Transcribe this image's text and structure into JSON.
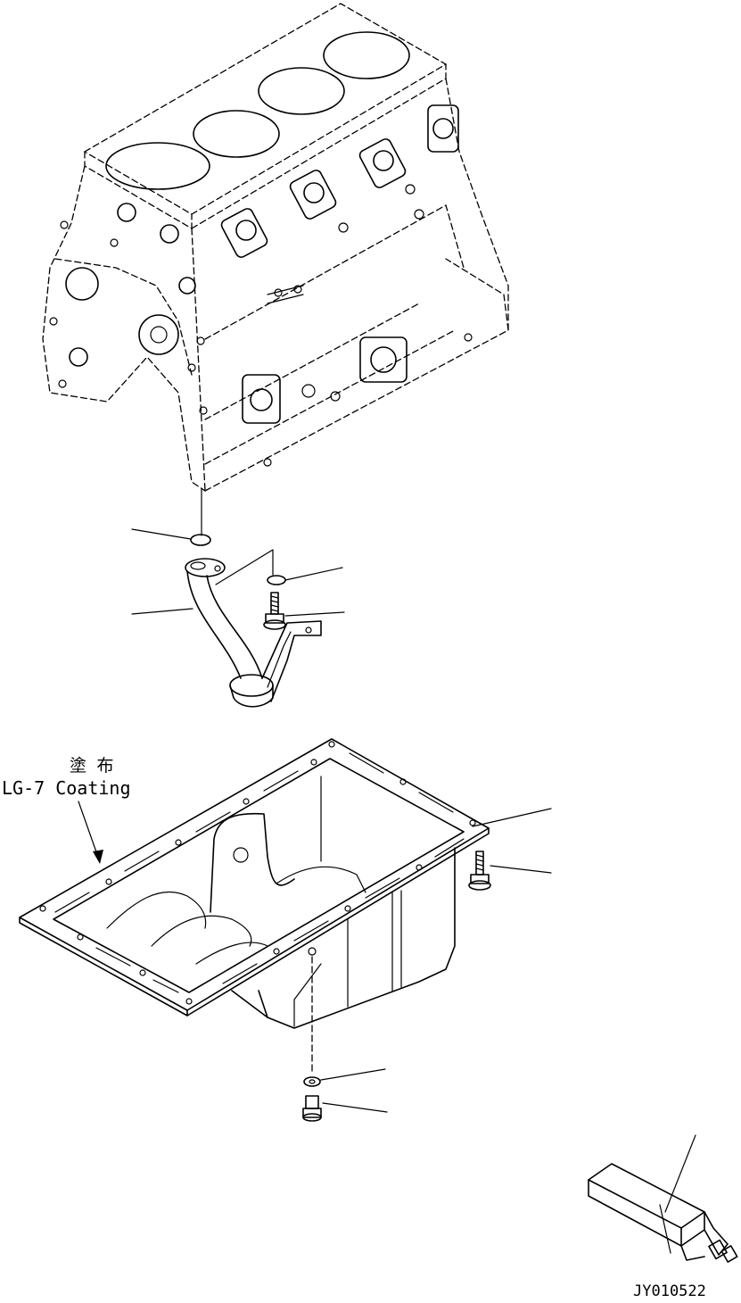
{
  "diagram": {
    "annotation": {
      "japanese": "塗 布",
      "english": "LG-7 Coating"
    },
    "figure_code": "JY010522",
    "parts": [
      {
        "name": "cylinder-block",
        "shown": "phantom"
      },
      {
        "name": "o-ring"
      },
      {
        "name": "suction-tube"
      },
      {
        "name": "washer"
      },
      {
        "name": "bolt"
      },
      {
        "name": "oil-pan"
      },
      {
        "name": "oil-pan-bolt"
      },
      {
        "name": "drain-washer"
      },
      {
        "name": "drain-plug"
      },
      {
        "name": "sealant-tube"
      }
    ]
  }
}
